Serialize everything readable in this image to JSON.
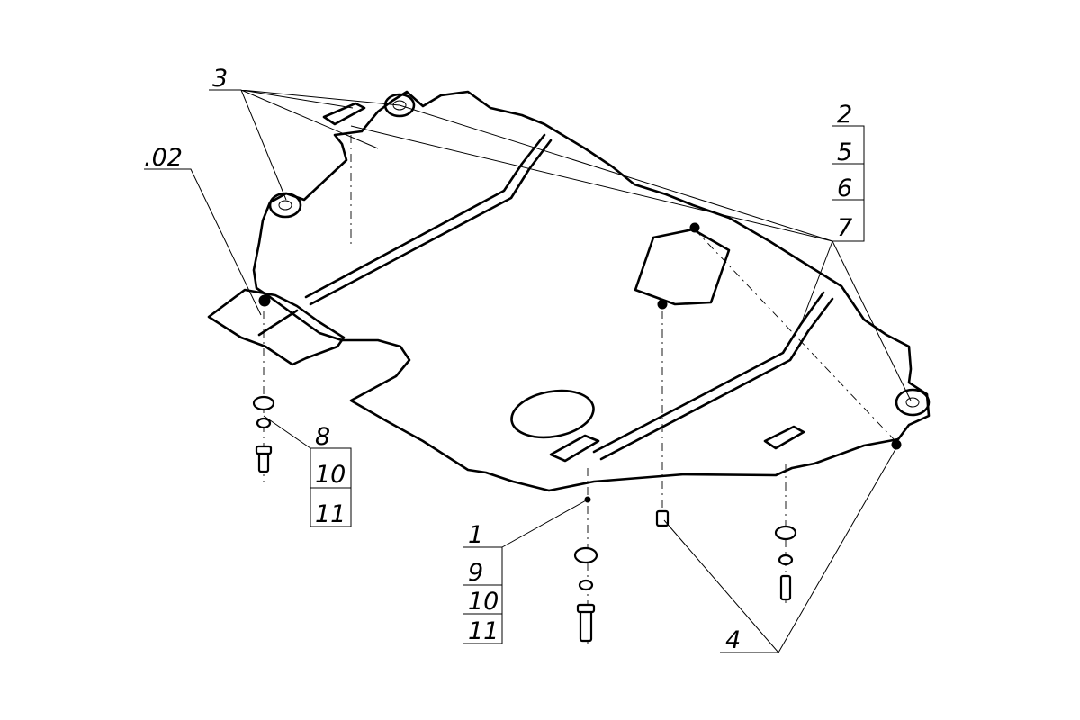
{
  "callouts": {
    "c02": ".02",
    "c3": "3",
    "group_right": [
      "2",
      "5",
      "6",
      "7"
    ],
    "group_left_bottom": [
      "8",
      "10",
      "11"
    ],
    "group_center_bottom": [
      "1",
      "9",
      "10",
      "11"
    ],
    "c4": "4"
  },
  "colors": {
    "line": "#000000",
    "background": "#ffffff"
  }
}
